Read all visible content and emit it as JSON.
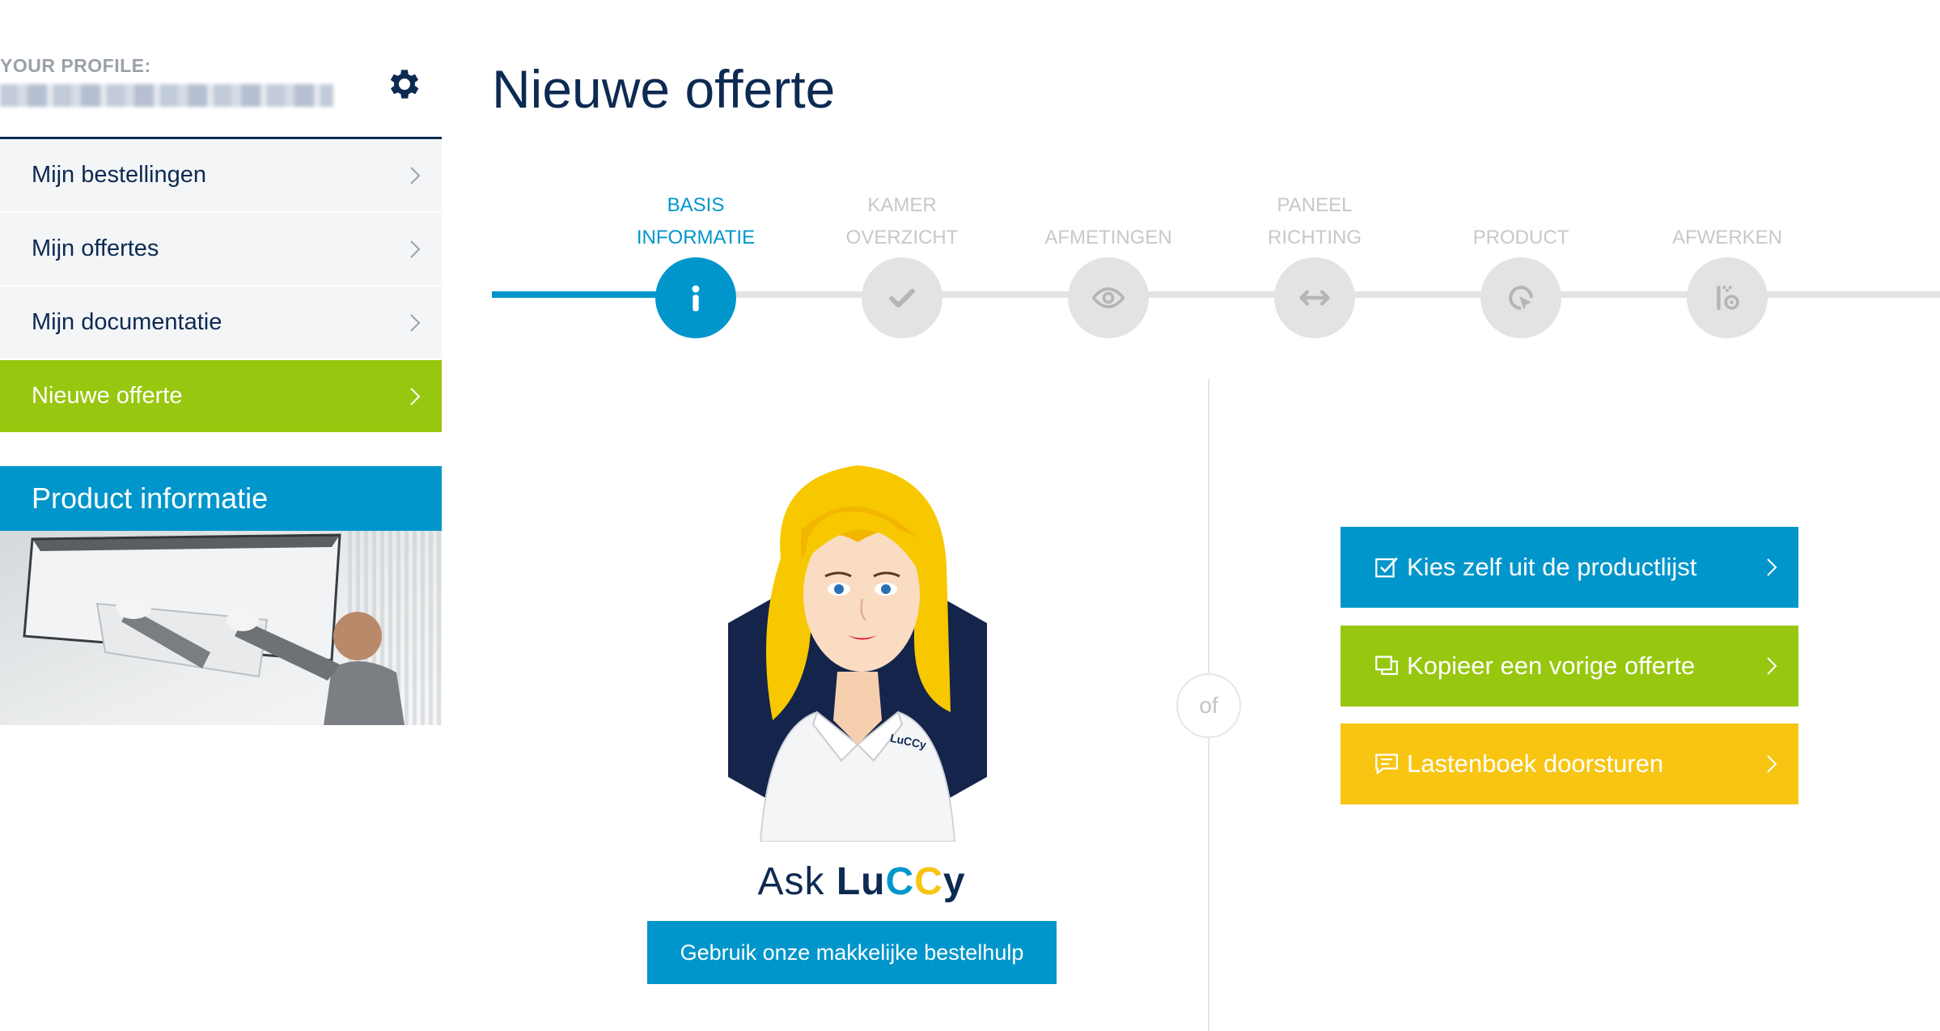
{
  "sidebar": {
    "profile_label": "YOUR PROFILE:",
    "nav": [
      {
        "label": "Mijn bestellingen"
      },
      {
        "label": "Mijn offertes"
      },
      {
        "label": "Mijn documentatie"
      },
      {
        "label": "Nieuwe offerte",
        "active": true
      }
    ],
    "product_info_title": "Product informatie"
  },
  "main": {
    "title": "Nieuwe offerte",
    "steps": [
      {
        "line1": "BASIS",
        "line2": "INFORMATIE",
        "icon": "info-icon",
        "current": true
      },
      {
        "line1": "KAMER",
        "line2": "OVERZICHT",
        "icon": "checkmark-icon",
        "current": false
      },
      {
        "line1": "",
        "line2": "AFMETINGEN",
        "icon": "eye-icon",
        "current": false
      },
      {
        "line1": "PANEEL",
        "line2": "RICHTING",
        "icon": "double-arrow-icon",
        "current": false
      },
      {
        "line1": "",
        "line2": "PRODUCT",
        "icon": "pointer-icon",
        "current": false
      },
      {
        "line1": "",
        "line2": "AFWERKEN",
        "icon": "finish-icon",
        "current": false
      }
    ],
    "or_label": "of",
    "ask": {
      "prefix": "Ask",
      "lu": "Lu",
      "c1": "C",
      "c2": "C",
      "y": "y"
    },
    "badge_text": "LuCCy",
    "help_button": "Gebruik onze makkelijke bestelhulp",
    "actions": [
      {
        "label": "Kies zelf uit de productlijst",
        "icon": "checkbox-icon"
      },
      {
        "label": "Kopieer een vorige offerte",
        "icon": "copy-icon"
      },
      {
        "label": "Lastenboek doorsturen",
        "icon": "message-icon"
      }
    ]
  },
  "colors": {
    "navy": "#0d2a52",
    "blue": "#0196cb",
    "green": "#97c70f",
    "yellow": "#f7c512",
    "grey": "#e3e3e3"
  }
}
